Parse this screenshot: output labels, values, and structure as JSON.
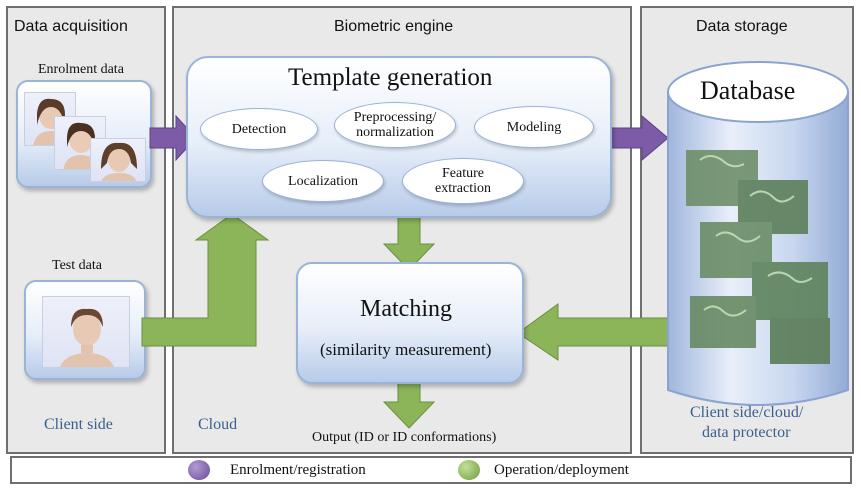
{
  "panels": {
    "acquisition": {
      "title": "Data acquisition",
      "footer": "Client side"
    },
    "engine": {
      "title": "Biometric engine",
      "footer": "Cloud"
    },
    "storage": {
      "title": "Data storage",
      "footer_line1": "Client side/cloud/",
      "footer_line2": "data protector"
    }
  },
  "acquisition": {
    "enrolment_label": "Enrolment data",
    "test_label": "Test data"
  },
  "template": {
    "title": "Template generation",
    "steps": {
      "detection": "Detection",
      "preprocessing_line1": "Preprocessing/",
      "preprocessing_line2": "normalization",
      "modeling": "Modeling",
      "localization": "Localization",
      "feature_line1": "Feature",
      "feature_line2": "extraction"
    }
  },
  "matching": {
    "title": "Matching",
    "subtitle": "(similarity measurement)",
    "output": "Output (ID or ID conformations)"
  },
  "storage": {
    "database_label": "Database"
  },
  "legend": {
    "enrolment": "Enrolment/registration",
    "operation": "Operation/deployment"
  },
  "colors": {
    "enrolment_arrow": "#7d5ba6",
    "operation_arrow": "#8cb55a",
    "panel_bg": "#e9e9e9",
    "box_border": "#9ab3d8"
  }
}
